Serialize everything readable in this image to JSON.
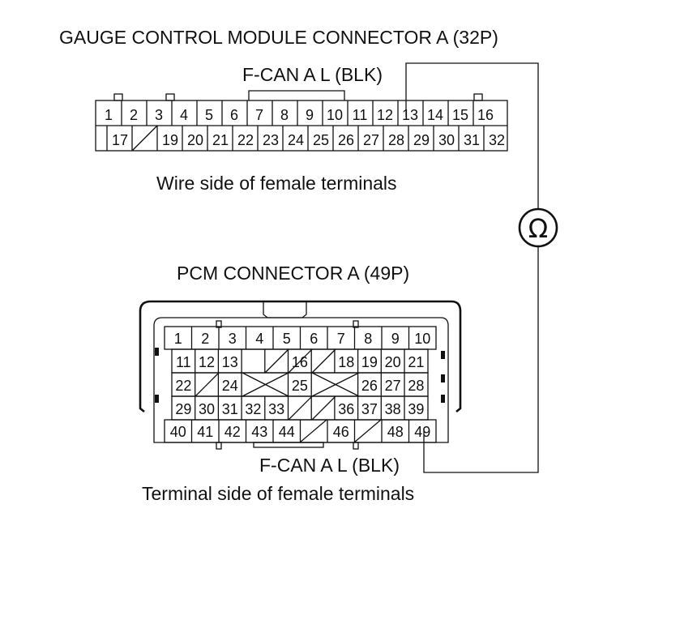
{
  "gauge": {
    "title": "GAUGE CONTROL MODULE CONNECTOR A (32P)",
    "wire_label": "F-CAN A L (BLK)",
    "side_label": "Wire side of female terminals",
    "rows": [
      [
        "1",
        "2",
        "3",
        "4",
        "5",
        "6",
        "7",
        "8",
        "9",
        "10",
        "11",
        "12",
        "13",
        "14",
        "15",
        "16"
      ],
      [
        "17",
        "",
        "19",
        "20",
        "21",
        "22",
        "23",
        "24",
        "25",
        "26",
        "27",
        "28",
        "29",
        "30",
        "31",
        "32"
      ]
    ],
    "tested_pin": "13"
  },
  "pcm": {
    "title": "PCM CONNECTOR A (49P)",
    "wire_label": "F-CAN A L (BLK)",
    "side_label": "Terminal side of female terminals",
    "rows": [
      [
        "1",
        "2",
        "3",
        "4",
        "5",
        "6",
        "7",
        "8",
        "9",
        "10"
      ],
      [
        "11",
        "12",
        "13",
        "",
        "",
        "16",
        "",
        "18",
        "19",
        "20",
        "21"
      ],
      [
        "22",
        "",
        "24",
        "",
        "",
        "25",
        "",
        "",
        "26",
        "27",
        "28"
      ],
      [
        "29",
        "30",
        "31",
        "32",
        "33",
        "",
        "",
        "36",
        "37",
        "38",
        "39"
      ],
      [
        "40",
        "41",
        "42",
        "43",
        "44",
        "",
        "46",
        "",
        "48",
        "49"
      ]
    ],
    "tested_pin": "49"
  },
  "meter_symbol": "Ω"
}
